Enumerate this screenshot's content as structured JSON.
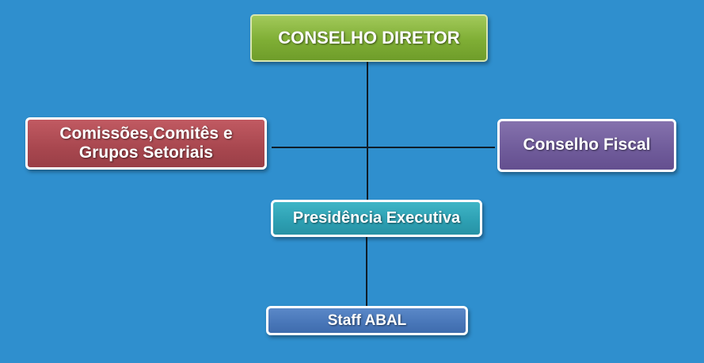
{
  "diagram": {
    "nodes": {
      "top": {
        "label": "CONSELHO DIRETOR"
      },
      "left": {
        "line1": "Comissões,Comitês e",
        "line2": "Grupos Setoriais"
      },
      "right": {
        "label": "Conselho Fiscal"
      },
      "middle": {
        "label": "Presidência Executiva"
      },
      "bottom": {
        "label": "Staff ABAL"
      }
    },
    "edges": [
      {
        "from": "top",
        "to": "middle"
      },
      {
        "from": "left",
        "to": "right"
      },
      {
        "from": "middle",
        "to": "bottom"
      }
    ],
    "colors": {
      "background": "#2f8fce",
      "top": "#7fae35",
      "left": "#a8474f",
      "right": "#6f5b9a",
      "middle": "#2d9fb2",
      "bottom": "#4876b8",
      "connector": "#0f1d29"
    }
  }
}
